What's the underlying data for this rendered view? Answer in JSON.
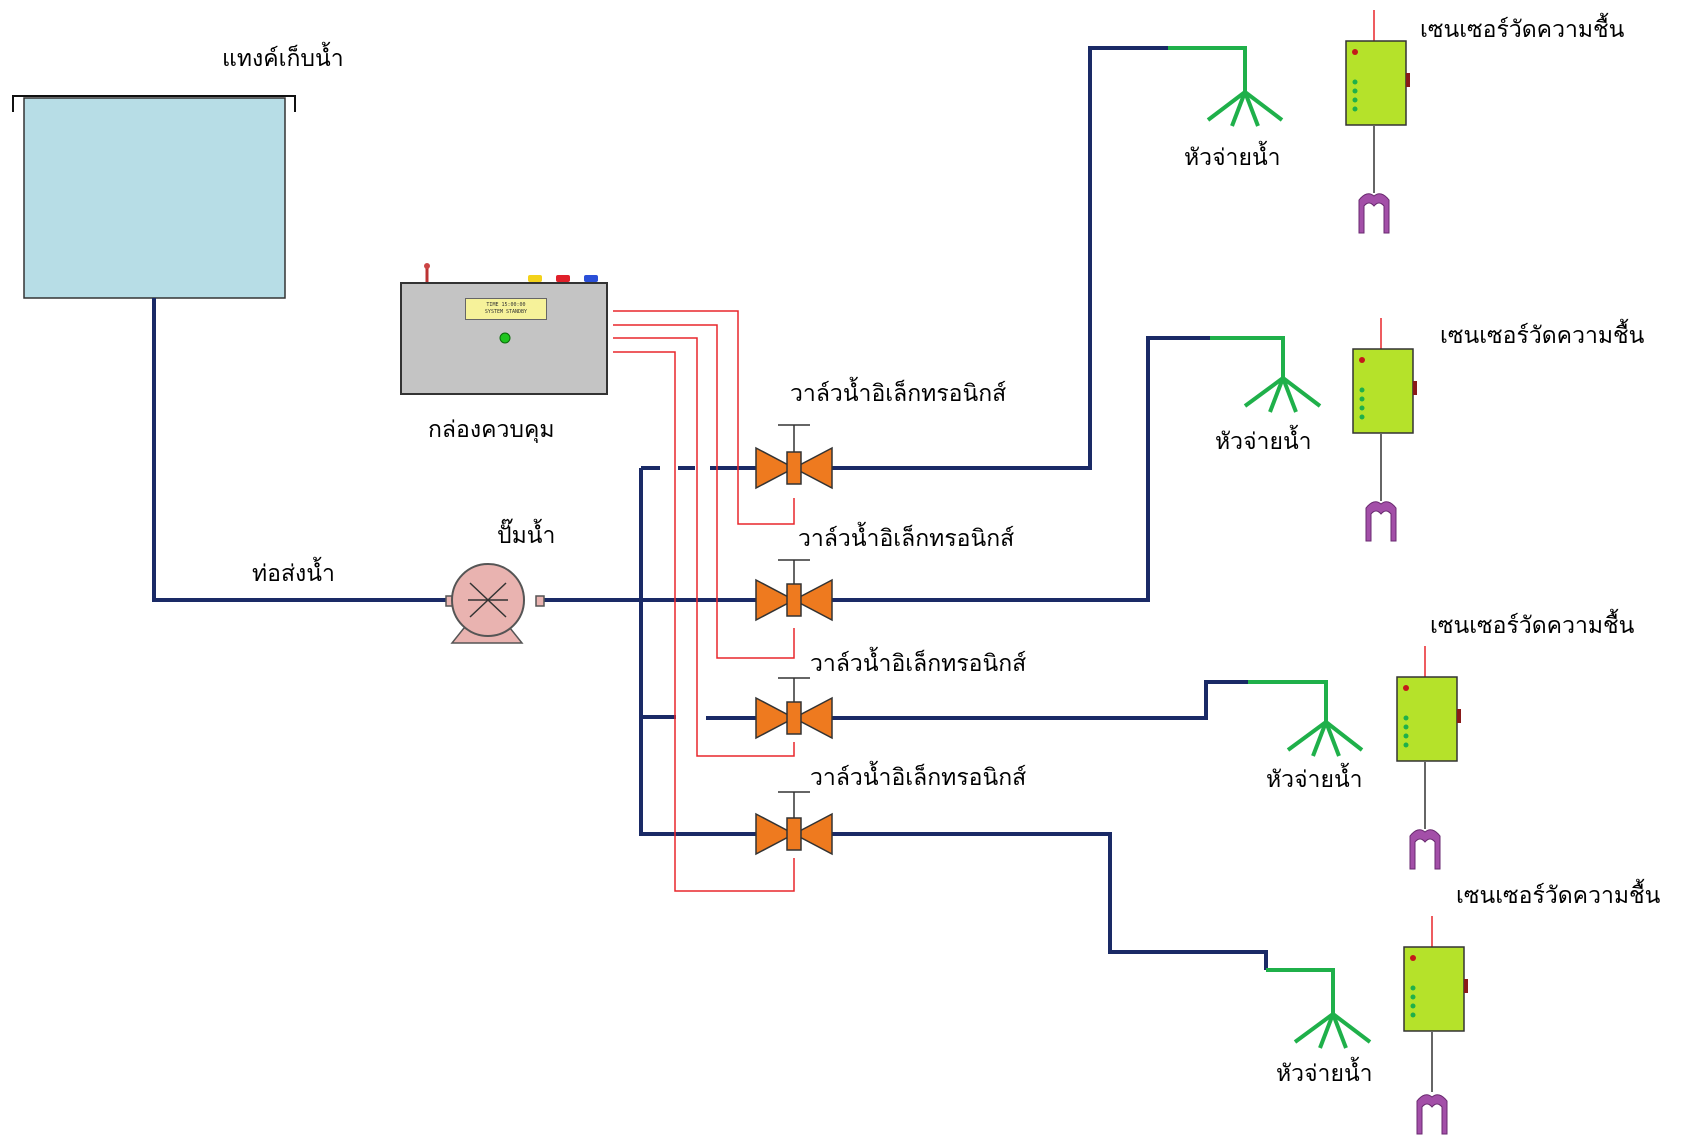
{
  "labels": {
    "tank": "แทงค์เก็บน้ำ",
    "controller": "กล่องควบคุม",
    "pump": "ปั๊มน้ำ",
    "pipe": "ท่อส่งน้ำ",
    "valve_1": "วาล์วน้ำอิเล็กทรอนิกส์",
    "valve_2": "วาล์วน้ำอิเล็กทรอนิกส์",
    "valve_3": "วาล์วน้ำอิเล็กทรอนิกส์",
    "valve_4": "วาล์วน้ำอิเล็กทรอนิกส์",
    "sprinkler_1": "หัวจ่ายน้ำ",
    "sprinkler_2": "หัวจ่ายน้ำ",
    "sprinkler_3": "หัวจ่ายน้ำ",
    "sprinkler_4": "หัวจ่ายน้ำ",
    "sensor_1": "เซนเซอร์วัดความชื้น",
    "sensor_2": "เซนเซอร์วัดความชื้น",
    "sensor_3": "เซนเซอร์วัดความชื้น",
    "sensor_4": "เซนเซอร์วัดความชื้น"
  },
  "controller_display": {
    "line1": "TIME 15:00:00",
    "line2": "SYSTEM STANDBY"
  },
  "colors": {
    "tank_fill": "#b7dde6",
    "main_pipe": "#1a2a66",
    "control_wire": "#e8262b",
    "valve": "#ee7a1f",
    "sprinkler_pipe": "#1fb04a",
    "sensor_body": "#b5e22a",
    "sensor_probe": "#a34fa8",
    "pump_fill": "#e9b3b0",
    "controller_fill": "#c4c4c4"
  }
}
